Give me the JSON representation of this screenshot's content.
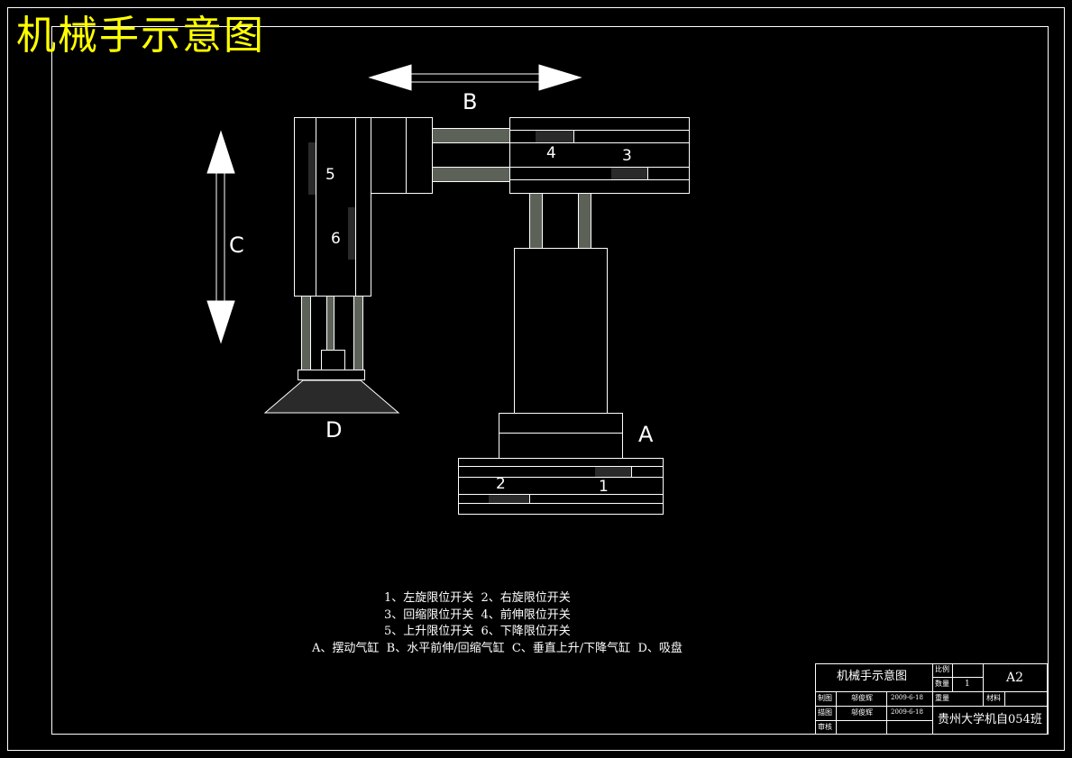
{
  "drawing": {
    "title": "机械手示意图",
    "labels": {
      "a": "A",
      "b": "B",
      "c": "C",
      "d": "D",
      "n1": "1",
      "n2": "2",
      "n3": "3",
      "n4": "4",
      "n5": "5",
      "n6": "6"
    },
    "legend": {
      "line1": "1、左旋限位开关  2、右旋限位开关",
      "line2": "3、回缩限位开关  4、前伸限位开关",
      "line3": "5、上升限位开关  6、下降限位开关",
      "line4": "A、摆动气缸  B、水平前伸/回缩气缸  C、垂直上升/下降气缸  D、吸盘"
    }
  },
  "title_block": {
    "name": "机械手示意图",
    "scale_label": "比例",
    "qty_label": "数量",
    "qty_value": "1",
    "sheet": "A2",
    "drawn_label": "制图",
    "drawn_name": "邬俊辉",
    "drawn_date": "2009-6-18",
    "weight_label": "重量",
    "material_label": "材料",
    "drafted_label": "描图",
    "drafted_name": "邬俊辉",
    "drafted_date": "2009-6-18",
    "review_label": "审核",
    "school": "贵州大学机自054班"
  },
  "colors": {
    "background": "#000000",
    "line": "#ffffff",
    "title": "#ffff00",
    "rod": "#5d6259",
    "switch": "#2a2a2a"
  }
}
